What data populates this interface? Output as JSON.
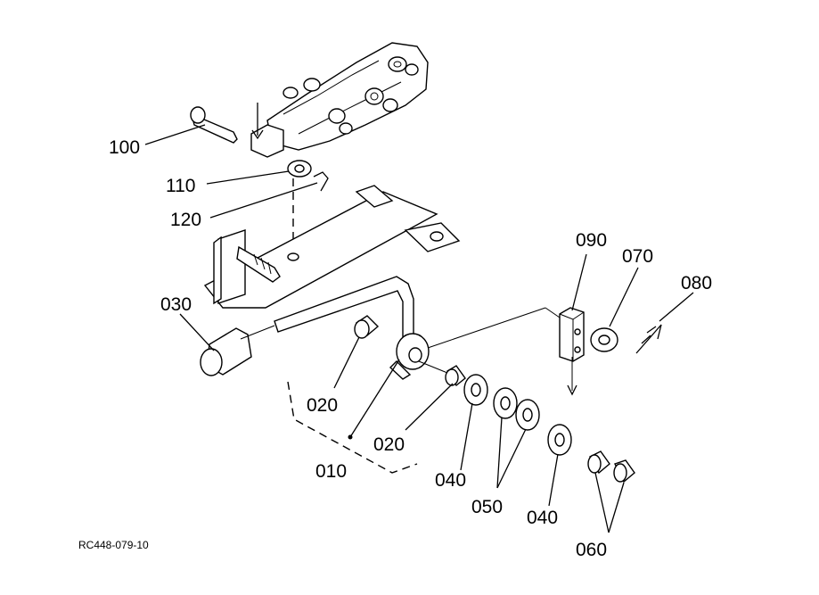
{
  "drawing_code": "RC448-079-10",
  "labels": {
    "p100": "100",
    "p110": "110",
    "p120": "120",
    "p030": "030",
    "p020a": "020",
    "p020b": "020",
    "p010": "010",
    "p040a": "040",
    "p050": "050",
    "p040b": "040",
    "p060": "060",
    "p090": "090",
    "p070": "070",
    "p080": "080"
  }
}
